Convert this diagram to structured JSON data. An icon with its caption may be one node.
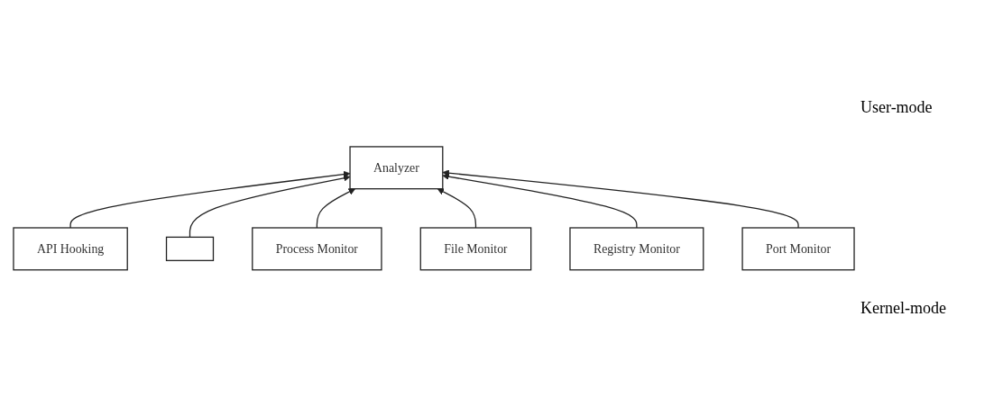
{
  "diagram": {
    "nodes": [
      {
        "text": [
          "Analyzer"
        ]
      },
      {
        "text": [
          "API Hooking"
        ]
      },
      {
        "text": [],
        "shape": "box"
      },
      {
        "text": [
          "Port Monitor"
        ]
      },
      {
        "text": [
          "Process Monitor"
        ]
      },
      {
        "text": [
          "File Monitor"
        ]
      },
      {
        "text": [
          "Registry Monitor"
        ]
      }
    ],
    "edges": [
      {
        "from": 1,
        "to": 0,
        "arrow": "to"
      },
      {
        "from": 2,
        "to": 0,
        "arrow": "to"
      },
      {
        "from": 4,
        "to": 0,
        "arrow": "to"
      },
      {
        "from": 5,
        "to": 0,
        "arrow": "to"
      },
      {
        "from": 6,
        "to": 0,
        "arrow": "to"
      },
      {
        "from": 3,
        "to": 0,
        "arrow": "to"
      }
    ],
    "labels": [
      "User-mode",
      "Kernel-mode"
    ]
  }
}
